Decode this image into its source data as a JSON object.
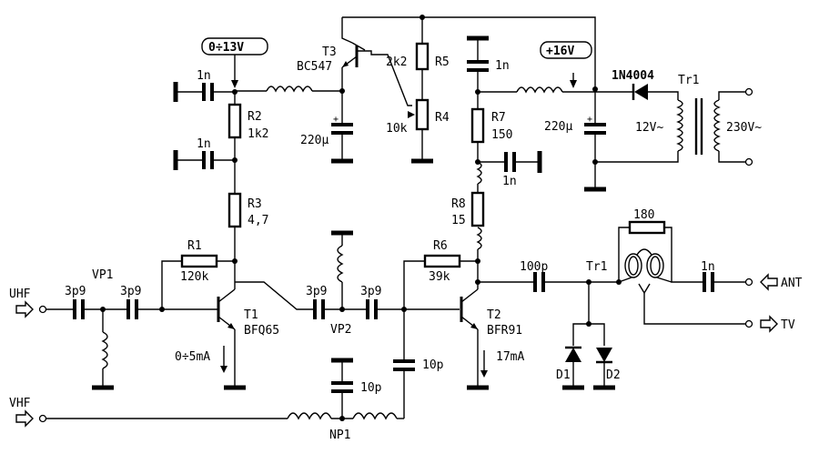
{
  "inputs": {
    "uhf": "UHF",
    "vhf": "VHF",
    "ant": "ANT",
    "tv": "TV"
  },
  "boxes": {
    "bias_t1": "0÷13V",
    "supply": "+16V"
  },
  "filters": {
    "vp1": "VP1",
    "vp2": "VP2",
    "np1": "NP1"
  },
  "caps": {
    "c1n_top": "1n",
    "c1n_mid": "1n",
    "c3p9_a": "3p9",
    "c3p9_b": "3p9",
    "c3p9_c": "3p9",
    "c3p9_d": "3p9",
    "c220_a": "220µ",
    "c1n_r7": "1n",
    "c1n_below": "1n",
    "c220_b": "220µ",
    "c10p_a": "10p",
    "c10p_b": "10p",
    "c100p": "100p",
    "c1n_ant": "1n"
  },
  "resistors": {
    "r2": "R2",
    "r2_val": "1k2",
    "r3": "R3",
    "r3_val": "4,7",
    "r1": "R1",
    "r1_val": "120k",
    "r5": "R5",
    "r5_val": "2k2",
    "r4": "R4",
    "r4_val": "10k",
    "r7": "R7",
    "r7_val": "150",
    "r8": "R8",
    "r8_val": "15",
    "r6": "R6",
    "r6_val": "39k",
    "r180": "180"
  },
  "transistors": {
    "t1": "T1",
    "t1_type": "BFQ65",
    "t1_current": "0÷5mA",
    "t2": "T2",
    "t2_type": "BFR91",
    "t2_current": "17mA",
    "t3": "T3",
    "t3_type": "BC547"
  },
  "diodes": {
    "d1": "D1",
    "d2": "D2",
    "rect": "1N4004"
  },
  "transformers": {
    "tr1_supply": "Tr1",
    "tr1_balun": "Tr1",
    "sec": "12V~",
    "pri": "230V~"
  }
}
